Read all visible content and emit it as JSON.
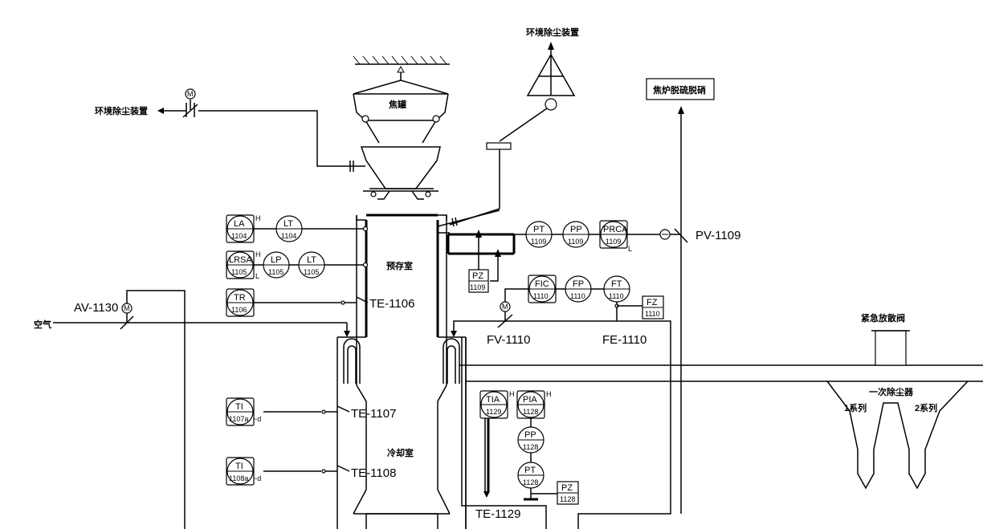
{
  "labels": {
    "dust_left": "环境除尘装置",
    "dust_top": "环境除尘装置",
    "coke_tank": "焦罐",
    "coke_oven_box": "焦炉脱硫脱硝",
    "prechamber": "预存室",
    "cooling_chamber": "冷却室",
    "air": "空气",
    "emergency_valve": "紧急放散阀",
    "primary_dust": "一次除尘器",
    "series1": "1系列",
    "series2": "2系列"
  },
  "tags": {
    "te1106": "TE-1106",
    "te1107": "TE-1107",
    "te1108": "TE-1108",
    "te1129": "TE-1129",
    "av1130": "AV-1130",
    "fv1110": "FV-1110",
    "fe1110": "FE-1110",
    "pv1109": "PV-1109"
  },
  "instruments": {
    "la1104": {
      "tag": "LA",
      "num": "1104",
      "flag": "H"
    },
    "lt1104": {
      "tag": "LT",
      "num": "1104"
    },
    "lrsa1105": {
      "tag": "LRSA",
      "num": "1105",
      "flag_h": "H",
      "flag_l": "L"
    },
    "lp1105": {
      "tag": "LP",
      "num": "1105"
    },
    "lt1105": {
      "tag": "LT",
      "num": "1105"
    },
    "tr1106": {
      "tag": "TR",
      "num": "1106"
    },
    "ti1107": {
      "tag": "TI",
      "num": "1107a",
      "suffix": "~d"
    },
    "ti1108": {
      "tag": "TI",
      "num": "1108a",
      "suffix": "~d"
    },
    "pt1109": {
      "tag": "PT",
      "num": "1109"
    },
    "pp1109": {
      "tag": "PP",
      "num": "1109"
    },
    "prca1109": {
      "tag": "PRCA",
      "num": "1109",
      "flag": "L"
    },
    "pz1109": {
      "tag": "PZ",
      "num": "1109"
    },
    "fic1110": {
      "tag": "FIC",
      "num": "1110"
    },
    "fp1110": {
      "tag": "FP",
      "num": "1110"
    },
    "ft1110": {
      "tag": "FT",
      "num": "1110"
    },
    "fz1110": {
      "tag": "FZ",
      "num": "1110"
    },
    "tia1129": {
      "tag": "TIA",
      "num": "1129",
      "flag": "H"
    },
    "pia1128": {
      "tag": "PIA",
      "num": "1128",
      "flag": "H"
    },
    "pp1128": {
      "tag": "PP",
      "num": "1128"
    },
    "pt1128": {
      "tag": "PT",
      "num": "1128"
    },
    "pz1128": {
      "tag": "PZ",
      "num": "1128"
    }
  },
  "symbols": {
    "motor": "M"
  }
}
